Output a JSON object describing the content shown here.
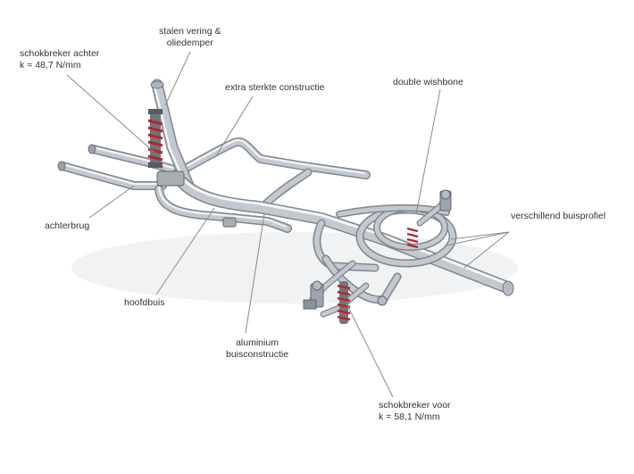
{
  "diagram": {
    "labels": {
      "rear_shock": [
        "schokbreker achter",
        "k = 48,7 N/mm"
      ],
      "steel_spring": [
        "stalen vering &",
        "oliedemper"
      ],
      "extra_strong": "extra sterkte constructie",
      "double_wishbone": "double wishbone",
      "tube_profile": "verschillend buisprofiel",
      "rear_axle": "achterbrug",
      "main_tube": "hoofdbuis",
      "aluminium": [
        "aluminium",
        "buisconstructie"
      ],
      "front_shock": [
        "schokbreker voor",
        "k = 58,1 N/mm"
      ]
    }
  },
  "colors": {
    "tube": "#c4c9cf",
    "tube_edge": "#7f868e",
    "tube_highlight": "#f2f4f6",
    "spring": "#b3282d",
    "leader": "#8a8a8a",
    "text": "#333333"
  }
}
